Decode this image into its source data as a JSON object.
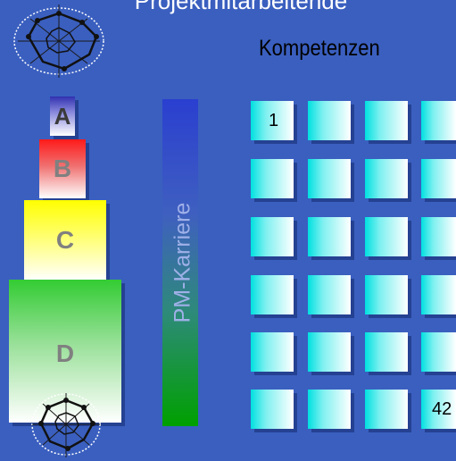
{
  "header": {
    "title": "Projektmitarbeitende"
  },
  "competencies": {
    "heading": "Kompetenzen",
    "first_number": "1",
    "last_number": "42"
  },
  "levels": [
    {
      "label": "A",
      "color": "#3030b0"
    },
    {
      "label": "B",
      "color": "#ff1a1a"
    },
    {
      "label": "C",
      "color": "#ffff00"
    },
    {
      "label": "D",
      "color": "#33cc33"
    }
  ],
  "career": {
    "label": "PM-Karriere"
  },
  "colors": {
    "background": "#3a5fbf",
    "tile": "#00e0e0"
  }
}
